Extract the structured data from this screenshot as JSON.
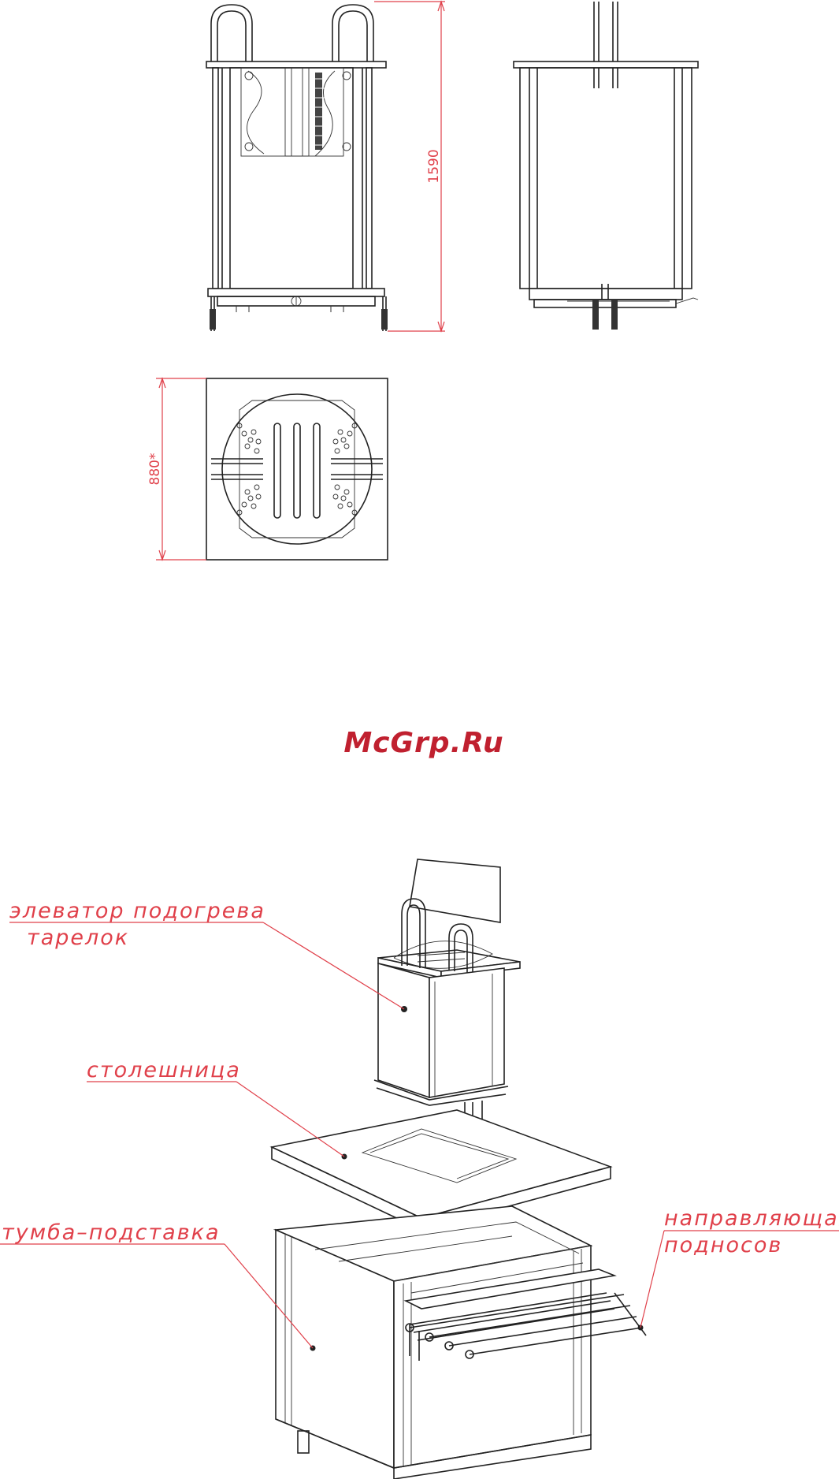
{
  "dimensions": {
    "height": "1590",
    "width": "880*"
  },
  "watermark": "McGrp.Ru",
  "labels": {
    "elevator_line1": "элеватор подогрева",
    "elevator_line2": "тарелок",
    "tabletop": "столешница",
    "cabinet": "тумба–подставка",
    "guide_line1": "направляющая",
    "guide_line2": "подносов"
  },
  "colors": {
    "annotation": "#e0404a",
    "watermark": "#c0202f",
    "drawing": "#222222"
  }
}
